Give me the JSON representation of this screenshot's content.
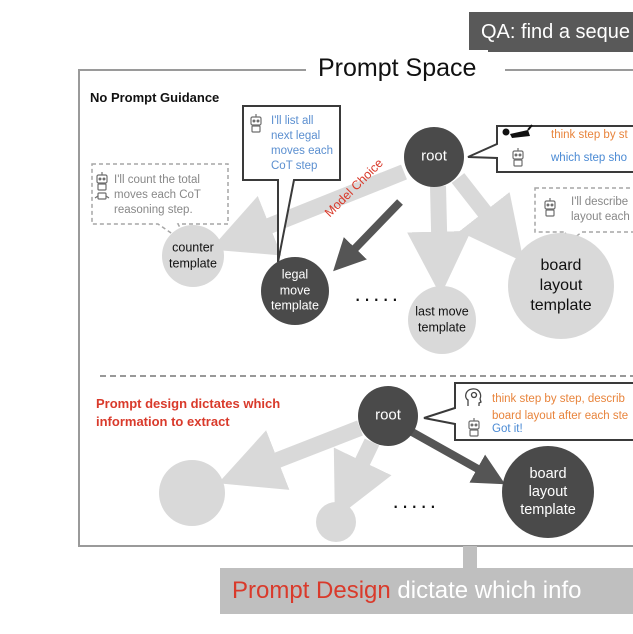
{
  "header": {
    "qa_text": "QA: find a seque",
    "space_title": "Prompt Space"
  },
  "sections": {
    "no_guidance": "No Prompt Guidance",
    "dictate_line1": "Prompt design dictates which",
    "dictate_line2": "information to extract"
  },
  "bubbles": {
    "count": [
      "I'll count the total",
      "moves each CoT",
      "reasoning step."
    ],
    "legal": [
      "I'll list all",
      "next legal",
      "moves each",
      "CoT step"
    ],
    "board": [
      "I'll describe",
      "layout each"
    ]
  },
  "chat_top": {
    "think": "think step by st",
    "which": "which step sho"
  },
  "chat_bottom": {
    "think_line1": "think step by step, describ",
    "think_line2": "board layout after each ste",
    "got_it": "Got it!"
  },
  "nodes": {
    "root_top": "root",
    "root_bottom": "root",
    "counter": [
      "counter",
      "template"
    ],
    "legal": [
      "legal",
      "move",
      "template"
    ],
    "last": [
      "last move",
      "template"
    ],
    "board_top": [
      "board",
      "layout",
      "template"
    ],
    "board_bottom": [
      "board",
      "layout",
      "template"
    ]
  },
  "labels": {
    "model_choice": "Model Choice",
    "dots_top": "·····",
    "dots_bottom": "·····"
  },
  "footer": {
    "red_part": "Prompt Design",
    "white_part": " dictate which info"
  },
  "colors": {
    "dark_node": "#4a4a4a",
    "light_node": "#d9d9d9",
    "accent_red": "#d93a2b",
    "think_orange": "#e8843c",
    "reply_blue": "#4a8ad4"
  }
}
